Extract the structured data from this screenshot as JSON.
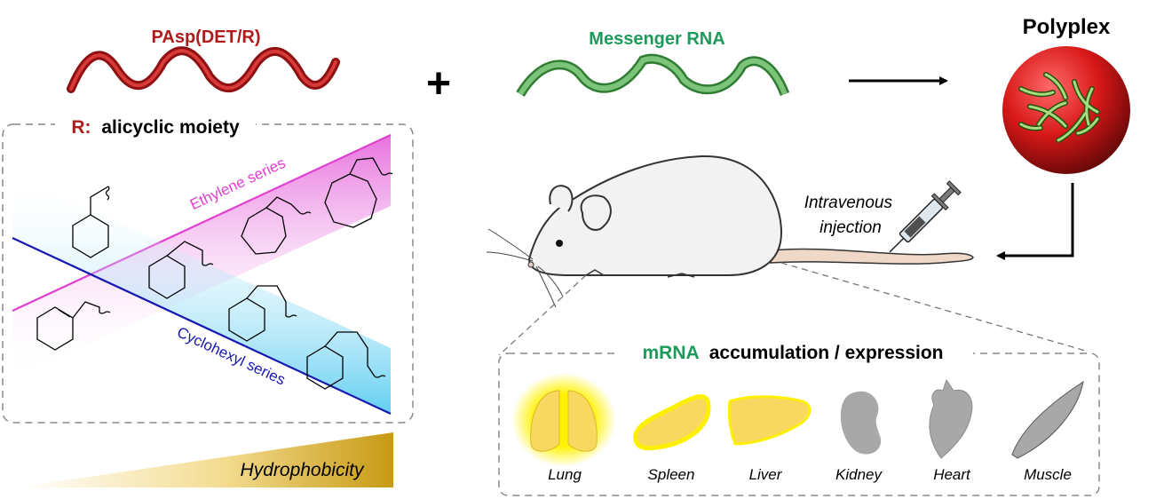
{
  "polymer": {
    "label": "PAsp(DET/R)",
    "color": "#b01c1c"
  },
  "plus": "+",
  "mrna": {
    "label": "Messenger RNA",
    "color": "#1e9a5a"
  },
  "polyplex": {
    "label": "Polyplex"
  },
  "r_box": {
    "prefix": "R:",
    "title": "alicyclic moiety"
  },
  "series": {
    "ethylene": "Ethylene series",
    "cyclohexyl": "Cyclohexyl series"
  },
  "hydrophobicity": "Hydrophobicity",
  "injection": {
    "line1": "Intravenous",
    "line2": "injection"
  },
  "accumulation": {
    "prefix": "mRNA",
    "title": "accumulation / expression"
  },
  "organs": [
    {
      "name": "Lung",
      "level": "high"
    },
    {
      "name": "Spleen",
      "level": "medium"
    },
    {
      "name": "Liver",
      "level": "medium"
    },
    {
      "name": "Kidney",
      "level": "none"
    },
    {
      "name": "Heart",
      "level": "none"
    },
    {
      "name": "Muscle",
      "level": "none"
    }
  ],
  "colors": {
    "ethylene": "#e040d0",
    "cyclohexyl": "#1818b0",
    "glow": "#fff200",
    "organ_expr": "#f8d860",
    "organ_none": "#a8a8a8"
  }
}
